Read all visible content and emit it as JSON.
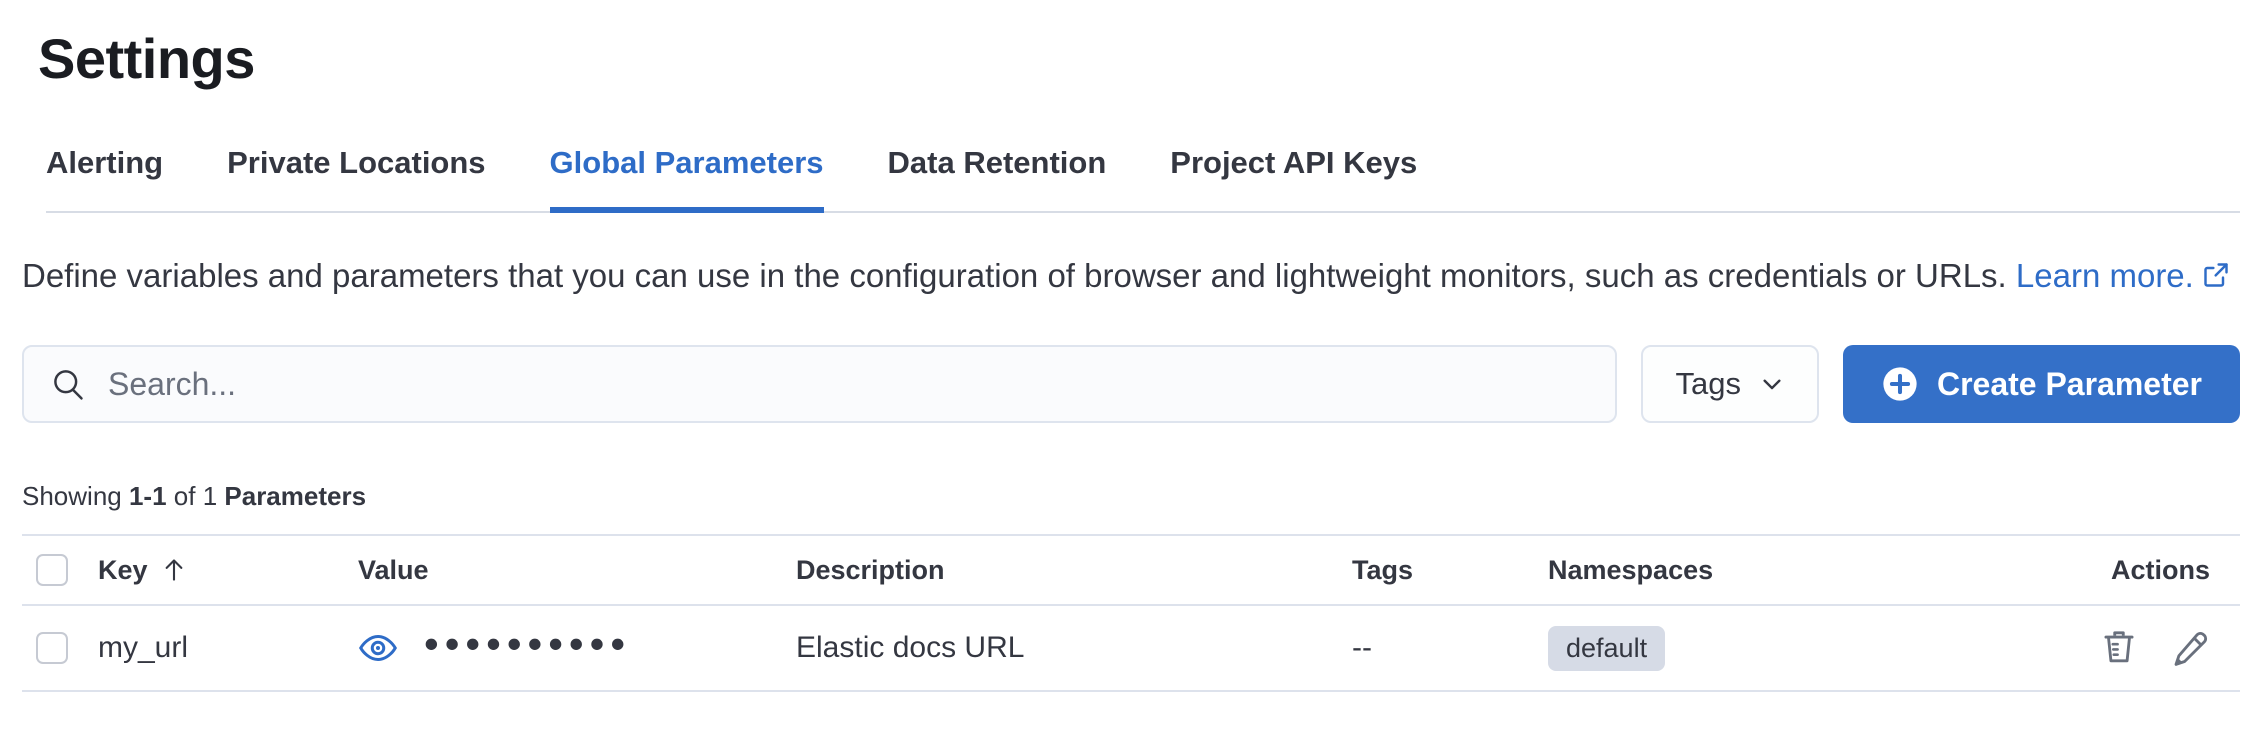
{
  "page": {
    "title": "Settings"
  },
  "tabs": [
    {
      "label": "Alerting",
      "active": false
    },
    {
      "label": "Private Locations",
      "active": false
    },
    {
      "label": "Global Parameters",
      "active": true
    },
    {
      "label": "Data Retention",
      "active": false
    },
    {
      "label": "Project API Keys",
      "active": false
    }
  ],
  "description": {
    "text": "Define variables and parameters that you can use in the configuration of browser and lightweight monitors, such as credentials or URLs.",
    "link_label": "Learn more."
  },
  "toolbar": {
    "search_placeholder": "Search...",
    "search_value": "",
    "tags_label": "Tags",
    "create_label": "Create Parameter"
  },
  "summary": {
    "showing": "Showing",
    "range": "1-1",
    "of": "of 1",
    "noun": "Parameters"
  },
  "table": {
    "headers": {
      "key": "Key",
      "value": "Value",
      "description": "Description",
      "tags": "Tags",
      "namespaces": "Namespaces",
      "actions": "Actions"
    },
    "sort": {
      "column": "Key",
      "direction": "ascending"
    },
    "rows": [
      {
        "key": "my_url",
        "value_masked": "••••••••••",
        "description": "Elastic docs URL",
        "tags": "--",
        "namespace": "default"
      }
    ]
  },
  "colors": {
    "accent_link": "#2e6cc7",
    "button_fill": "#3470c8",
    "border": "#dde2ec",
    "text": "#343741",
    "badge_bg": "#d6dbe6",
    "icon_gray": "#69707d"
  }
}
